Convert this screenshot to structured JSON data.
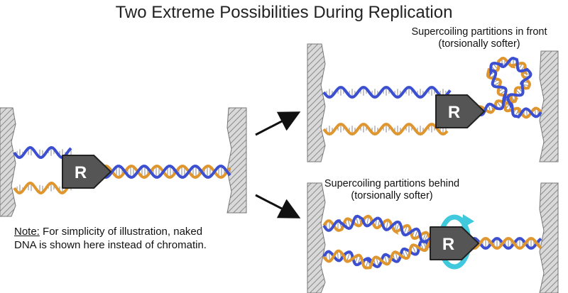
{
  "title": "Two Extreme Possibilities During Replication",
  "labels": {
    "front": [
      "Supercoiling partitions in front",
      "(torsionally softer)"
    ],
    "behind": [
      "Supercoiling partitions behind",
      "(torsionally softer)"
    ]
  },
  "note": {
    "heading": "Note:",
    "line1_rest": " For simplicity of illustration, naked",
    "line2": "DNA is shown here instead of chromatin."
  },
  "replisome_label": "R",
  "colors": {
    "strand_blue": "#3b4fd0",
    "strand_orange": "#e0962e",
    "replisome": "#555555",
    "wall_hatch": "#888888",
    "rotation_arrow": "#40c8dc"
  }
}
